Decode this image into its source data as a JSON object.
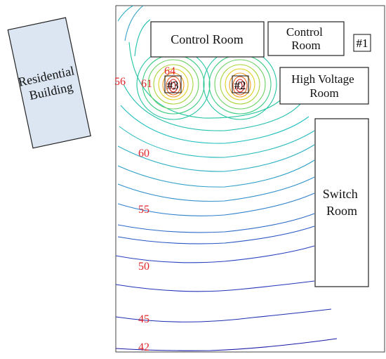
{
  "diagram": {
    "residential_building": [
      "Residential",
      "Building"
    ],
    "rooms": {
      "control_room_main": [
        "Control Room"
      ],
      "control_room_small": [
        "Control",
        "Room"
      ],
      "high_voltage_room": [
        "High Voltage",
        "Room"
      ],
      "switch_room": [
        "Switch",
        "Room"
      ]
    },
    "source_markers": {
      "m1": "#1",
      "m2": "#2",
      "m3": "#3"
    },
    "contour_labels": [
      "64",
      "61",
      "56",
      "60",
      "55",
      "50",
      "45",
      "42"
    ]
  },
  "colors": {
    "building_fill": "#dce6f2",
    "contour_low": "#1a1aa8",
    "contour_mid": "#22c0c0",
    "contour_high": "#d42020",
    "label_red": "#e0262a"
  }
}
